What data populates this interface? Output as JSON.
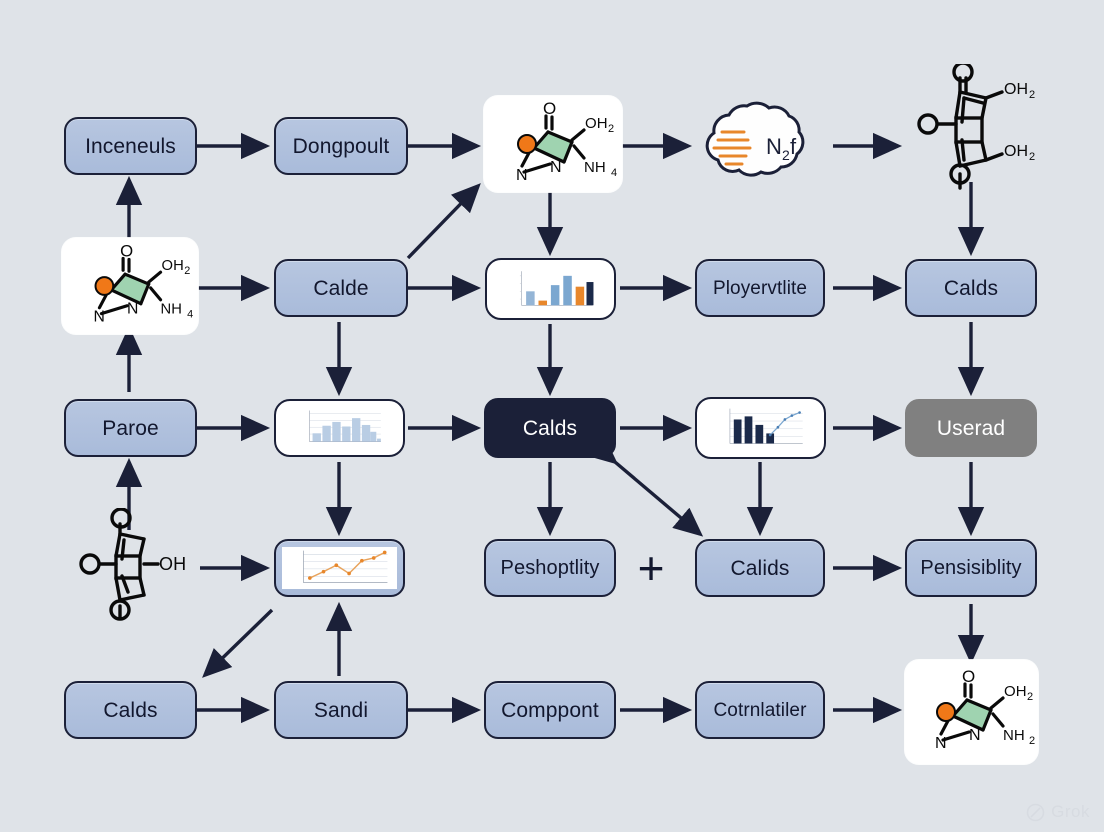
{
  "diagram": {
    "background_color": "#dfe3e8",
    "node_fill": "#b0c0da",
    "node_stroke": "#1b2038",
    "dark_fill": "#1b2038",
    "gray_fill": "#808080",
    "accent_orange": "#e8872b",
    "accent_green": "#9fd3b0"
  },
  "nodes": {
    "r1c1": {
      "label": "Inceneuls",
      "type": "box"
    },
    "r1c2": {
      "label": "Dongpoult",
      "type": "box"
    },
    "r1c3": {
      "label": "",
      "type": "molecule-card",
      "icon": "molecule-nh4-icon"
    },
    "r1c4": {
      "label": "N₂f",
      "type": "cloud",
      "icon": "cloud-icon"
    },
    "r1c5": {
      "label": "",
      "type": "molecule-plain",
      "icon": "molecule-diamond-oh2-icon"
    },
    "r2c1": {
      "label": "",
      "type": "molecule-card",
      "icon": "molecule-nh4-icon"
    },
    "r2c2": {
      "label": "Calde",
      "type": "box"
    },
    "r2c3": {
      "label": "",
      "type": "chart-card",
      "icon": "bar-chart-icon"
    },
    "r2c4": {
      "label": "Ployervtlite",
      "type": "box"
    },
    "r2c5": {
      "label": "Calds",
      "type": "box"
    },
    "r3c1": {
      "label": "Paroe",
      "type": "box"
    },
    "r3c2": {
      "label": "",
      "type": "chart-card",
      "icon": "histogram-icon"
    },
    "r3c3": {
      "label": "Calds",
      "type": "dark-box"
    },
    "r3c4": {
      "label": "",
      "type": "chart-card",
      "icon": "pareto-chart-icon"
    },
    "r3c5": {
      "label": "Userad",
      "type": "gray-box"
    },
    "r4c1": {
      "label": "",
      "type": "molecule-plain",
      "icon": "molecule-diamond-oh-icon"
    },
    "r4c2": {
      "label": "",
      "type": "chart-card",
      "icon": "line-chart-icon"
    },
    "r4c3": {
      "label": "Peshoptlity",
      "type": "box"
    },
    "r4plus": {
      "label": "+",
      "type": "symbol"
    },
    "r4c4": {
      "label": "Calids",
      "type": "box"
    },
    "r4c5": {
      "label": "Pensisiblity",
      "type": "box"
    },
    "r5c1": {
      "label": "Calds",
      "type": "box"
    },
    "r5c2": {
      "label": "Sandi",
      "type": "box"
    },
    "r5c3": {
      "label": "Comppont",
      "type": "box"
    },
    "r5c4": {
      "label": "Cotrnlatiler",
      "type": "box"
    },
    "r5c5": {
      "label": "",
      "type": "molecule-card",
      "icon": "molecule-nh2-icon"
    }
  },
  "molecule_labels": {
    "oxygen": "O",
    "hydroxy": "OH",
    "hydroxy_h2": "OH",
    "sub_2": "2",
    "amine_nh": "NH",
    "sub_4": "4",
    "nitrogen": "N"
  },
  "watermark": {
    "text": "Grok",
    "icon": "grok-logo-icon"
  }
}
